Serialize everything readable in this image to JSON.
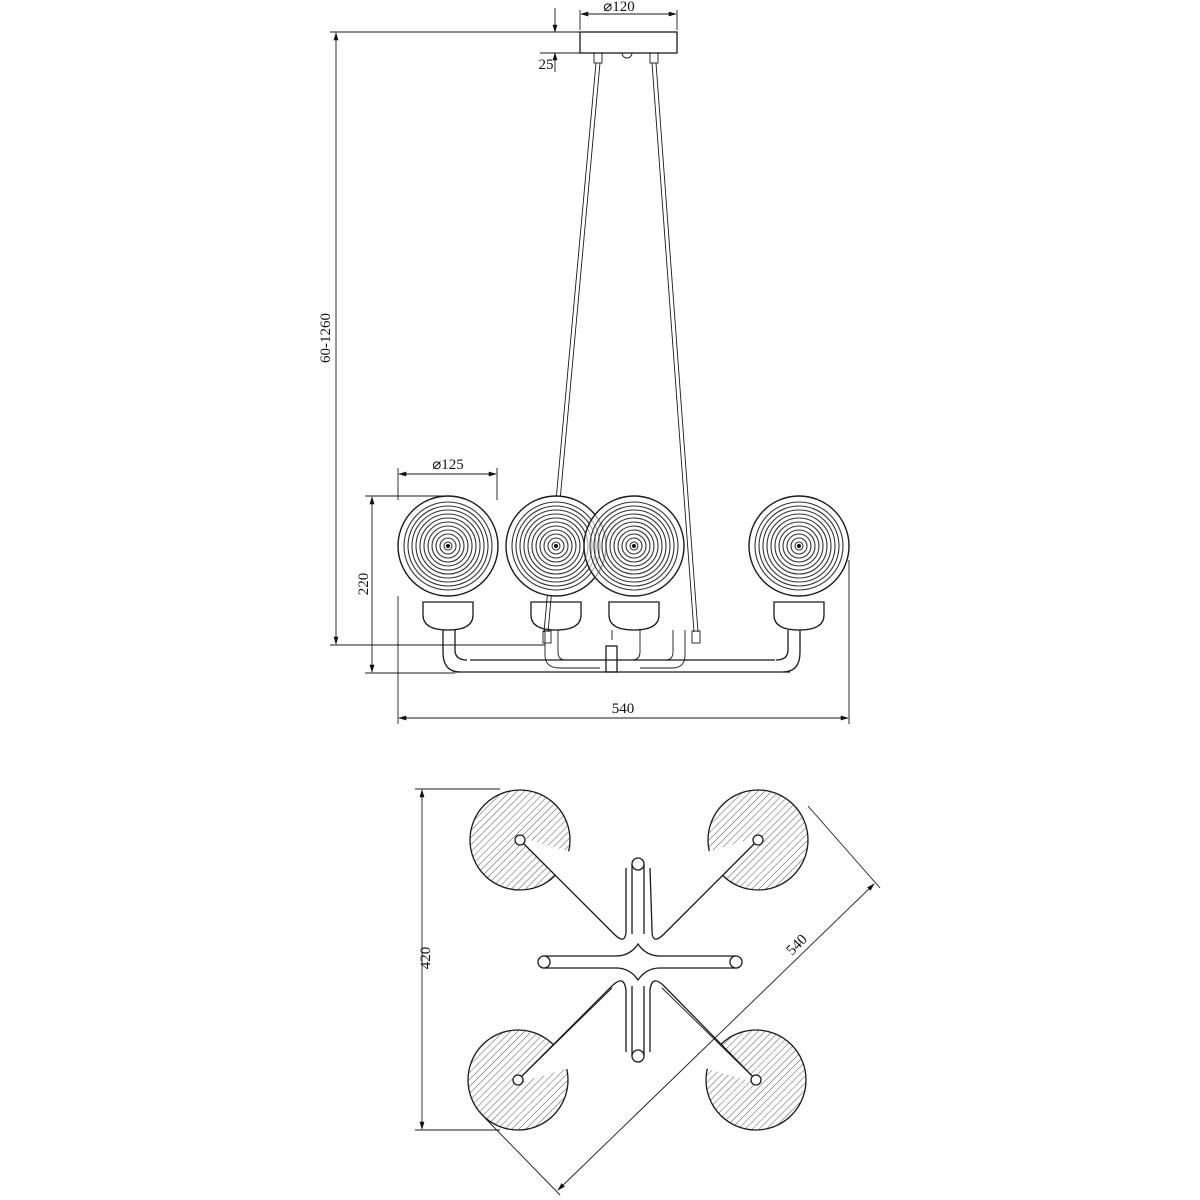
{
  "drawing": {
    "dimensions": {
      "canopy_diameter": "⌀120",
      "canopy_height": "25",
      "overall_height": "60-1260",
      "shade_diameter": "⌀125",
      "arm_height": "220",
      "width_front": "540",
      "depth_top": "420",
      "diagonal_top": "540"
    },
    "colors": {
      "line": "#1a1a1a",
      "background": "#ffffff"
    }
  }
}
